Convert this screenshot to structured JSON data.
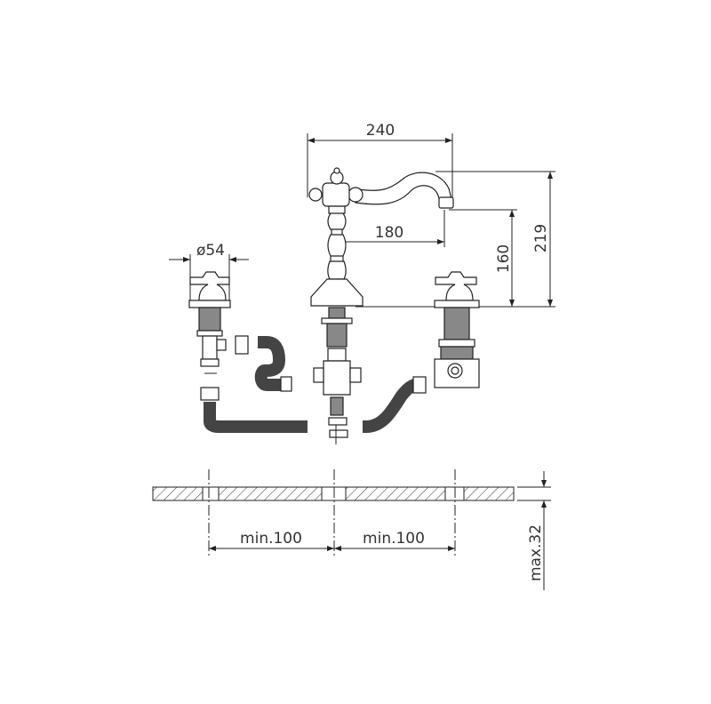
{
  "dimensions": {
    "overall_width": "240",
    "spout_reach": "180",
    "spout_height": "160",
    "overall_height": "219",
    "handle_diameter": "ø54",
    "min_spacing_left": "min.100",
    "min_spacing_right": "min.100",
    "max_deck_thickness": "max.32"
  },
  "colors": {
    "line": "#222222",
    "background": "#ffffff"
  }
}
